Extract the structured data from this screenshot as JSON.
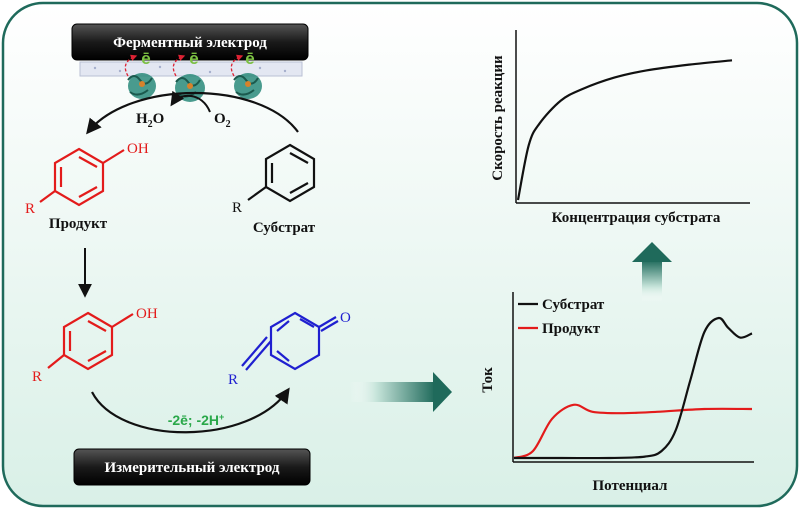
{
  "colors": {
    "background_panel": "#e6f5f0",
    "panel_border": "#1f6a5b",
    "product": "#e31b1b",
    "quinone": "#1f1fd0",
    "electron": "#7cc142",
    "reaction_label": "#2aa84a",
    "arrow_teal": "#1f6a5b"
  },
  "icons": {
    "enzyme": "protein-enzyme-icon",
    "electron": "electron-symbol",
    "flow_arrow": "gradient-arrow"
  },
  "enzyme_electrode": {
    "label": "Ферментный электрод",
    "electrons": [
      "ē",
      "ē",
      "ē"
    ]
  },
  "measuring_electrode": {
    "label": "Измерительный электрод"
  },
  "reaction": {
    "h2o": "H",
    "h2o_sub": "2",
    "h2o_tail": "O",
    "o2": "O",
    "o2_sub": "2",
    "oxidation": "-2ē; -2H",
    "oxidation_sup": "+"
  },
  "molecules": {
    "product_top": {
      "oh": "OH",
      "r": "R",
      "label": "Продукт"
    },
    "substrate": {
      "r": "R",
      "label": "Субстрат"
    },
    "product_bottom": {
      "oh": "OH",
      "r": "R"
    },
    "quinone": {
      "o": "O",
      "r": "R"
    }
  },
  "kinetics_chart": {
    "ylabel": "Скорость реакции",
    "xlabel": "Концентрация субстрата"
  },
  "voltammogram": {
    "ylabel": "Ток",
    "xlabel": "Потенциал",
    "legend": [
      {
        "name": "Субстрат",
        "color": "#111111"
      },
      {
        "name": "Продукт",
        "color": "#e31b1b"
      }
    ]
  },
  "chart_data": [
    {
      "type": "line",
      "title": "",
      "xlabel": "Концентрация субстрата",
      "ylabel": "Скорость реакции",
      "grid": false,
      "series": [
        {
          "x": [
            0,
            0.05,
            0.1,
            0.2,
            0.3,
            0.45,
            0.6,
            0.8,
            1.0
          ],
          "y": [
            0,
            0.38,
            0.53,
            0.69,
            0.77,
            0.85,
            0.9,
            0.94,
            0.97
          ]
        }
      ]
    },
    {
      "type": "line",
      "title": "",
      "xlabel": "Потенциал",
      "ylabel": "Ток",
      "legend_position": "top-left",
      "grid": false,
      "series": [
        {
          "name": "Субстрат",
          "x": [
            0,
            0.2,
            0.4,
            0.55,
            0.62,
            0.68,
            0.74,
            0.8,
            0.86,
            0.9,
            0.95,
            1.0
          ],
          "y": [
            0.0,
            0.0,
            0.0,
            0.01,
            0.05,
            0.2,
            0.55,
            0.9,
            1.0,
            0.93,
            0.86,
            0.89
          ]
        },
        {
          "name": "Продукт",
          "x": [
            0,
            0.08,
            0.16,
            0.25,
            0.33,
            0.45,
            0.6,
            0.8,
            1.0
          ],
          "y": [
            0.0,
            0.05,
            0.28,
            0.38,
            0.33,
            0.32,
            0.33,
            0.35,
            0.35
          ]
        }
      ]
    }
  ]
}
